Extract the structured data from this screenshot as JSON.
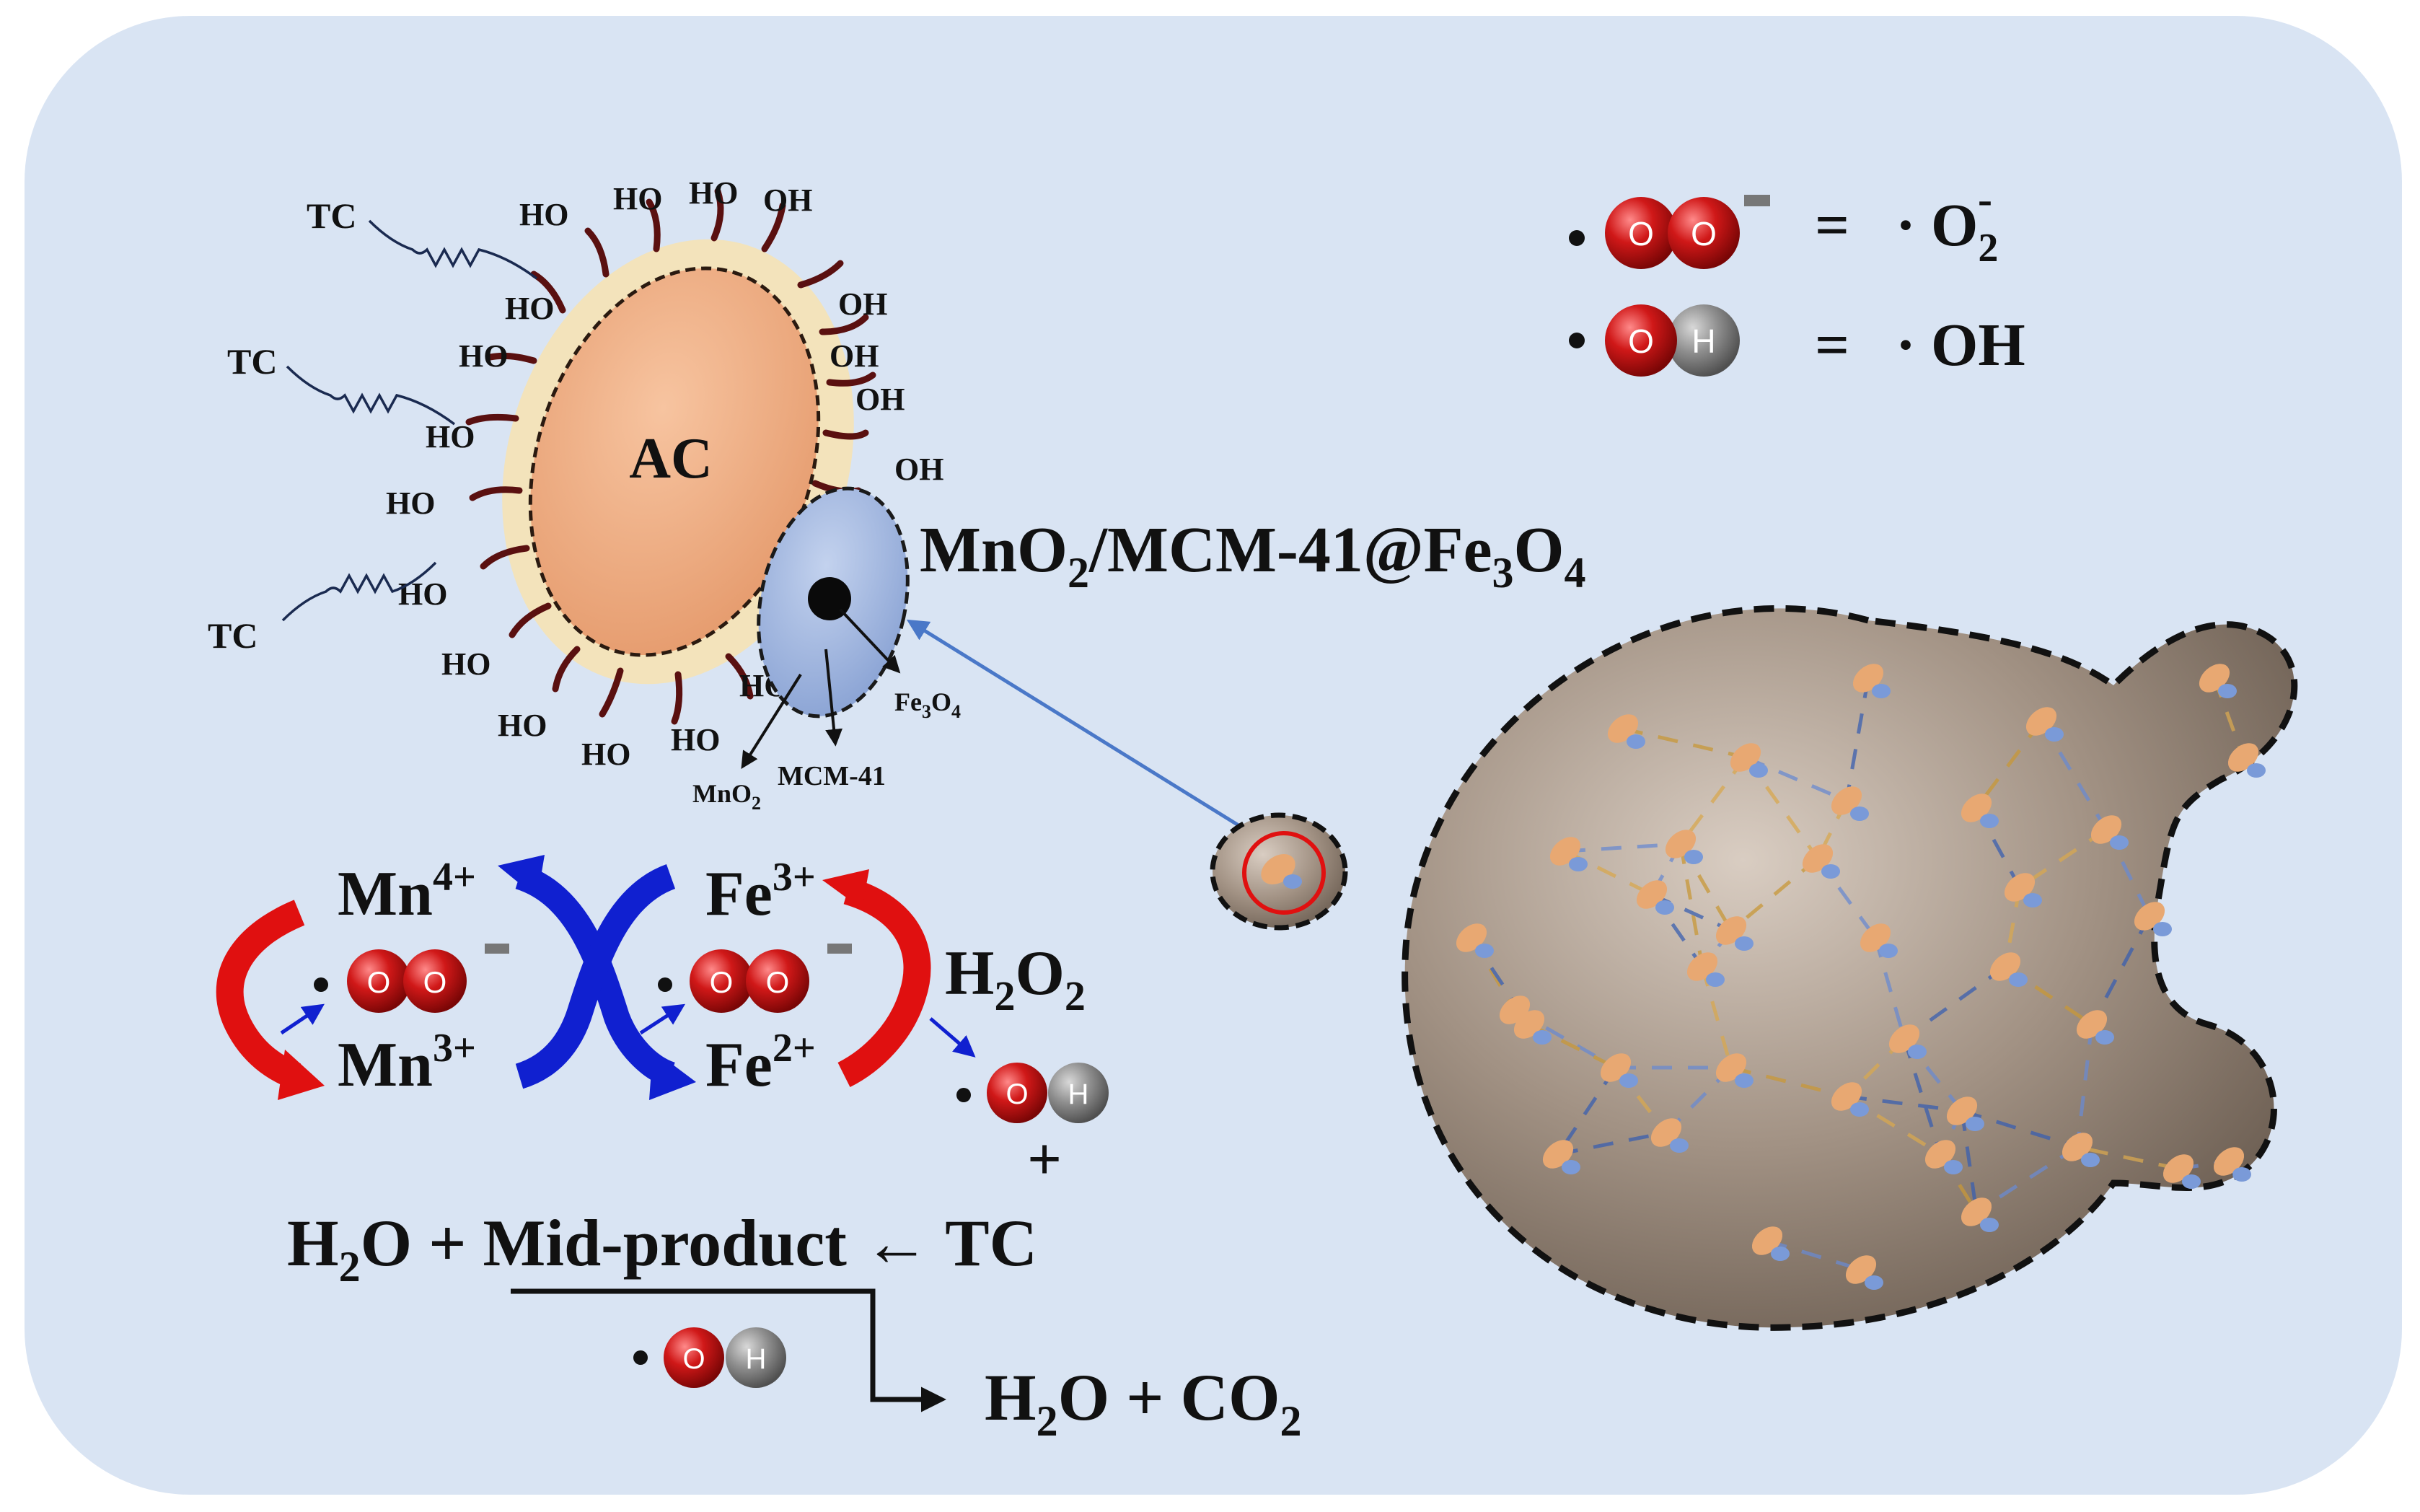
{
  "legend": {
    "superoxide_atoms": [
      "O",
      "O"
    ],
    "superoxide_charge": "-",
    "superoxide_eq": "=",
    "superoxide_symbol": "· O",
    "superoxide_sub": "2",
    "superoxide_sup": "-",
    "hydroxyl_atoms": [
      "O",
      "H"
    ],
    "hydroxyl_eq": "=",
    "hydroxyl_symbol": "· OH"
  },
  "particle": {
    "core_label": "AC",
    "tc_label": "TC",
    "ho_label": "HO",
    "oh_label": "OH",
    "composite": {
      "p1": "MnO",
      "s1": "2",
      "p2": "/MCM-41@Fe",
      "s2": "3",
      "p3": "O",
      "s3": "4"
    },
    "fe3o4": {
      "p1": "Fe",
      "s1": "3",
      "p2": "O",
      "s2": "4"
    },
    "mcm41": "MCM-41",
    "mno2": {
      "p1": "MnO",
      "s1": "2"
    }
  },
  "cycle": {
    "mn4": {
      "base": "Mn",
      "sup": "4+"
    },
    "mn3": {
      "base": "Mn",
      "sup": "3+"
    },
    "fe3": {
      "base": "Fe",
      "sup": "3+"
    },
    "fe2": {
      "base": "Fe",
      "sup": "2+"
    },
    "h2o2": {
      "p1": "H",
      "s1": "2",
      "p2": "O",
      "s2": "2"
    },
    "plus": "+"
  },
  "reaction": {
    "lhs": {
      "p1": "H",
      "s1": "2",
      "p2": "O + "
    },
    "mid": "Mid-product",
    "rhs": " ← TC",
    "products": {
      "p1": "H",
      "s1": "2",
      "p2": "O + CO",
      "s2": "2"
    }
  },
  "colors": {
    "background": "#d9e4f3",
    "oxygen_atom": "#d01818",
    "hydrogen_atom": "#8e8e8e",
    "red_arrow": "#e01010",
    "blue_arrow": "#1020d0",
    "ac_core": "#f0b088",
    "shell": "#9db4df",
    "connector": "#4a78c8"
  }
}
